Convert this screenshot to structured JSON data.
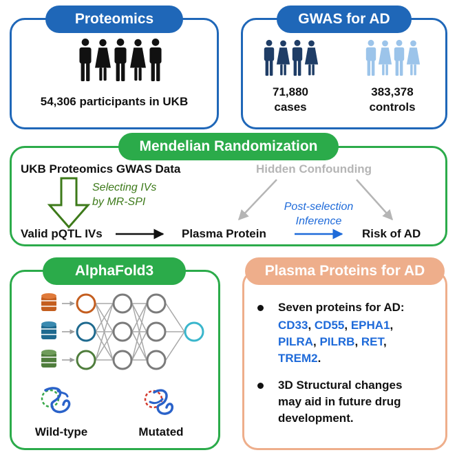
{
  "proteomics": {
    "title": "Proteomics",
    "participants": "54,306 participants in UKB"
  },
  "gwas": {
    "title": "GWAS for AD",
    "cases_count": "71,880",
    "cases_label": "cases",
    "controls_count": "383,378",
    "controls_label": "controls"
  },
  "mr": {
    "title": "Mendelian Randomization",
    "data_source": "UKB Proteomics GWAS Data",
    "hidden_confounding": "Hidden Confounding",
    "selecting_line1": "Selecting IVs",
    "selecting_line2": "by MR-SPI",
    "post_line1": "Post-selection",
    "post_line2": "Inference",
    "valid_ivs": "Valid pQTL IVs",
    "plasma_protein": "Plasma Protein",
    "risk": "Risk of AD"
  },
  "alphafold": {
    "title": "AlphaFold3",
    "wild_type": "Wild-type",
    "mutated": "Mutated"
  },
  "plasma": {
    "title": "Plasma Proteins for AD",
    "bullet1_intro": "Seven proteins for AD:",
    "proteins": [
      "CD33",
      "CD55",
      "EPHA1",
      "PILRA",
      "PILRB",
      "RET",
      "TREM2"
    ],
    "bullet2_line1": "3D Structural changes",
    "bullet2_line2": "may aid in future drug",
    "bullet2_line3": "development."
  },
  "colors": {
    "blue": "#1f67b8",
    "green": "#2bab4a",
    "salmon": "#eeae8b",
    "link_blue": "#1e6ad9",
    "dark_navy": "#1f3d66",
    "light_blue": "#9cc4ea",
    "olive_green": "#3d7a1a"
  }
}
